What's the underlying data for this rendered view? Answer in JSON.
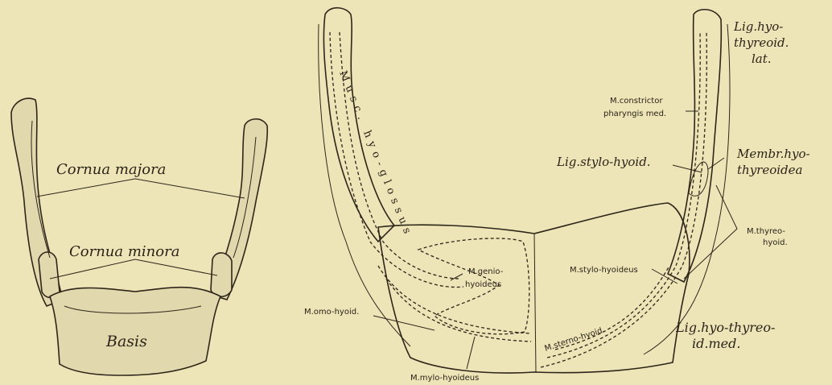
{
  "left_figure": {
    "labels": {
      "cornua_majora": "Cornua majora",
      "cornua_minora": "Cornua minora",
      "basis": "Basis"
    }
  },
  "right_figure": {
    "labels": {
      "lig_hyothyreoid_lat_1": "Lig.hyo-",
      "lig_hyothyreoid_lat_2": "thyreoid.",
      "lig_hyothyreoid_lat_3": "lat.",
      "constrictor_1": "M.constrictor",
      "constrictor_2": "pharyngis med.",
      "lig_stylohyoid": "Lig.stylo-hyoid.",
      "membr_1": "Membr.hyo-",
      "membr_2": "thyreoidea",
      "thyreohyoid_1": "M.thyreo-",
      "thyreohyoid_2": "hyoid.",
      "stylohyoideus": "M.stylo-hyoideus",
      "geniohyoideus_1": "M.genio-",
      "geniohyoideus_2": "hyoideus",
      "omohyoid": "M.omo-hyoid.",
      "sternohyoid": "M.sterno-hyoid.",
      "lig_med_1": "Lig.hyo-thyreo-",
      "lig_med_2": "id.med.",
      "mylohyoideus": "M.mylo-hyoideus",
      "hyoglossus": "Musc. hyo-glossus"
    }
  }
}
